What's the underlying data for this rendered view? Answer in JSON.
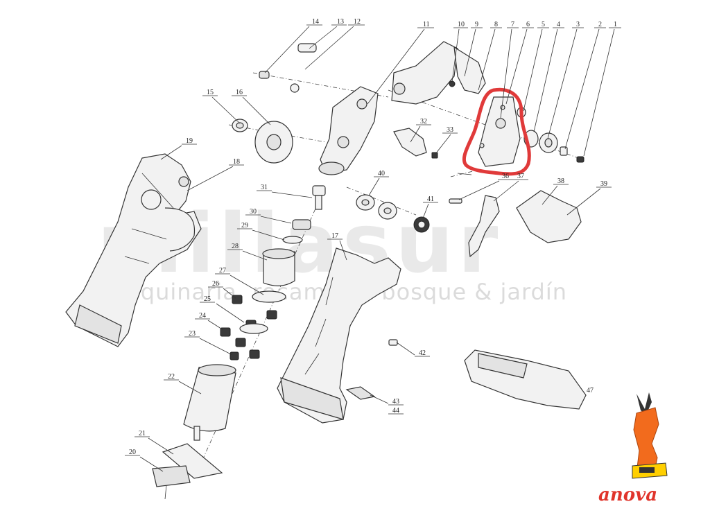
{
  "watermark": {
    "main": "millasur",
    "tagline": "maquinaria, recambios bosque & jardín"
  },
  "brand": {
    "name": "anova",
    "color": "#e0342b"
  },
  "highlight": {
    "color": "#e03a3a",
    "target_part": "6"
  },
  "part_labels": [
    "1",
    "2",
    "3",
    "4",
    "5",
    "6",
    "7",
    "8",
    "9",
    "10",
    "11",
    "12",
    "13",
    "14",
    "15",
    "16",
    "17",
    "18",
    "19",
    "20",
    "21",
    "22",
    "23",
    "24",
    "25",
    "26",
    "27",
    "28",
    "29",
    "30",
    "31",
    "32",
    "33",
    "36",
    "37",
    "38",
    "39",
    "40",
    "41",
    "42",
    "43",
    "44",
    "47"
  ]
}
